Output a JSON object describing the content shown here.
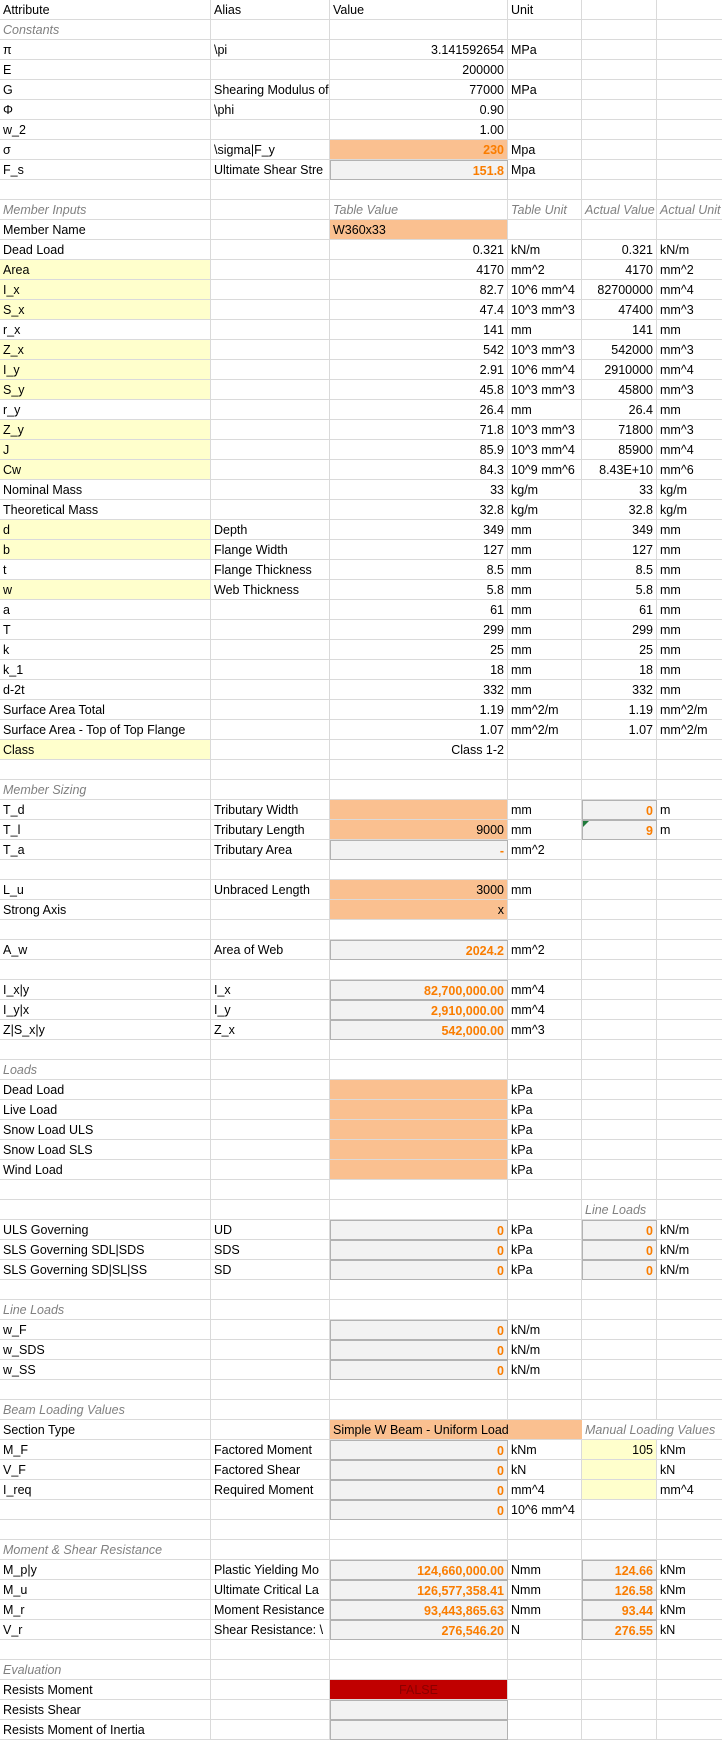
{
  "header": {
    "attribute": "Attribute",
    "alias": "Alias",
    "value": "Value",
    "unit": "Unit"
  },
  "constants": {
    "title": "Constants",
    "rows": [
      {
        "name": "π",
        "alias": "\\pi",
        "value": "3.141592654",
        "unit": "MPa"
      },
      {
        "name": "E",
        "alias": "",
        "value": "200000",
        "unit": ""
      },
      {
        "name": "G",
        "alias": "Shearing Modulus of",
        "value": "77000",
        "unit": "MPa"
      },
      {
        "name": "Φ",
        "alias": "\\phi",
        "value": "0.90",
        "unit": ""
      },
      {
        "name": "w_2",
        "alias": "",
        "value": "1.00",
        "unit": ""
      },
      {
        "name": "σ",
        "alias": "\\sigma|F_y",
        "value": "230",
        "unit": "Mpa"
      },
      {
        "name": "F_s",
        "alias": "Ultimate Shear Stre",
        "value": "151.8",
        "unit": "Mpa"
      }
    ]
  },
  "member_inputs": {
    "title": "Member Inputs",
    "table_value": "Table Value",
    "table_unit": "Table Unit",
    "actual_value": "Actual Value",
    "actual_unit": "Actual Unit",
    "member_name_label": "Member Name",
    "member_name": "W360x33",
    "rows": [
      {
        "name": "Dead Load",
        "alias": "",
        "tv": "0.321",
        "tu": "kN/m",
        "av": "0.321",
        "au": "kN/m"
      },
      {
        "name": "Area",
        "alias": "",
        "tv": "4170",
        "tu": "mm^2",
        "av": "4170",
        "au": "mm^2"
      },
      {
        "name": "I_x",
        "alias": "",
        "tv": "82.7",
        "tu": "10^6 mm^4",
        "av": "82700000",
        "au": "mm^4"
      },
      {
        "name": "S_x",
        "alias": "",
        "tv": "47.4",
        "tu": "10^3 mm^3",
        "av": "47400",
        "au": "mm^3"
      },
      {
        "name": "r_x",
        "alias": "",
        "tv": "141",
        "tu": "mm",
        "av": "141",
        "au": "mm"
      },
      {
        "name": "Z_x",
        "alias": "",
        "tv": "542",
        "tu": "10^3 mm^3",
        "av": "542000",
        "au": "mm^3"
      },
      {
        "name": "I_y",
        "alias": "",
        "tv": "2.91",
        "tu": "10^6 mm^4",
        "av": "2910000",
        "au": "mm^4"
      },
      {
        "name": "S_y",
        "alias": "",
        "tv": "45.8",
        "tu": "10^3 mm^3",
        "av": "45800",
        "au": "mm^3"
      },
      {
        "name": "r_y",
        "alias": "",
        "tv": "26.4",
        "tu": "mm",
        "av": "26.4",
        "au": "mm"
      },
      {
        "name": "Z_y",
        "alias": "",
        "tv": "71.8",
        "tu": "10^3 mm^3",
        "av": "71800",
        "au": "mm^3"
      },
      {
        "name": "J",
        "alias": "",
        "tv": "85.9",
        "tu": "10^3 mm^4",
        "av": "85900",
        "au": "mm^4"
      },
      {
        "name": "Cw",
        "alias": "",
        "tv": "84.3",
        "tu": "10^9 mm^6",
        "av": "8.43E+10",
        "au": "mm^6"
      },
      {
        "name": "Nominal Mass",
        "alias": "",
        "tv": "33",
        "tu": "kg/m",
        "av": "33",
        "au": "kg/m"
      },
      {
        "name": "Theoretical Mass",
        "alias": "",
        "tv": "32.8",
        "tu": "kg/m",
        "av": "32.8",
        "au": "kg/m"
      },
      {
        "name": "d",
        "alias": "Depth",
        "tv": "349",
        "tu": "mm",
        "av": "349",
        "au": "mm"
      },
      {
        "name": "b",
        "alias": "Flange Width",
        "tv": "127",
        "tu": "mm",
        "av": "127",
        "au": "mm"
      },
      {
        "name": "t",
        "alias": "Flange Thickness",
        "tv": "8.5",
        "tu": "mm",
        "av": "8.5",
        "au": "mm"
      },
      {
        "name": "w",
        "alias": "Web Thickness",
        "tv": "5.8",
        "tu": "mm",
        "av": "5.8",
        "au": "mm"
      },
      {
        "name": "a",
        "alias": "",
        "tv": "61",
        "tu": "mm",
        "av": "61",
        "au": "mm"
      },
      {
        "name": "T",
        "alias": "",
        "tv": "299",
        "tu": "mm",
        "av": "299",
        "au": "mm"
      },
      {
        "name": "k",
        "alias": "",
        "tv": "25",
        "tu": "mm",
        "av": "25",
        "au": "mm"
      },
      {
        "name": "k_1",
        "alias": "",
        "tv": "18",
        "tu": "mm",
        "av": "18",
        "au": "mm"
      },
      {
        "name": "d-2t",
        "alias": "",
        "tv": "332",
        "tu": "mm",
        "av": "332",
        "au": "mm"
      },
      {
        "name": "Surface Area Total",
        "alias": "",
        "tv": "1.19",
        "tu": "mm^2/m",
        "av": "1.19",
        "au": "mm^2/m"
      },
      {
        "name": "Surface Area - Top of Top Flange",
        "alias": "",
        "tv": "1.07",
        "tu": "mm^2/m",
        "av": "1.07",
        "au": "mm^2/m"
      }
    ],
    "class_label": "Class",
    "class_value": "Class 1-2"
  },
  "member_sizing": {
    "title": "Member Sizing",
    "td": {
      "name": "T_d",
      "alias": "Tributary Width",
      "value": "",
      "unit": "mm",
      "av": "0",
      "au": "m"
    },
    "tl": {
      "name": "T_l",
      "alias": "Tributary Length",
      "value": "9000",
      "unit": "mm",
      "av": "9",
      "au": "m"
    },
    "ta": {
      "name": "T_a",
      "alias": "Tributary Area",
      "value": "-",
      "unit": "mm^2"
    },
    "lu": {
      "name": "L_u",
      "alias": "Unbraced Length",
      "value": "3000",
      "unit": "mm"
    },
    "axis": {
      "name": "Strong Axis",
      "value": "x"
    },
    "aw": {
      "name": "A_w",
      "alias": "Area of Web",
      "value": "2024.2",
      "unit": "mm^2"
    },
    "ixy": {
      "name": "I_x|y",
      "alias": "I_x",
      "value": "82,700,000.00",
      "unit": "mm^4"
    },
    "iyx": {
      "name": "I_y|x",
      "alias": "I_y",
      "value": "2,910,000.00",
      "unit": "mm^4"
    },
    "zs": {
      "name": "Z|S_x|y",
      "alias": "Z_x",
      "value": "542,000.00",
      "unit": "mm^3"
    }
  },
  "loads": {
    "title": "Loads",
    "unit": "kPa",
    "rows": [
      "Dead Load",
      "Live Load",
      "Snow Load ULS",
      "Snow Load SLS",
      "Wind Load"
    ],
    "line_loads_header": "Line Loads",
    "gov": [
      {
        "name": "ULS Governing",
        "alias": "UD",
        "value": "0",
        "unit": "kPa",
        "ll": "0",
        "llu": "kN/m"
      },
      {
        "name": "SLS Governing SDL|SDS",
        "alias": "SDS",
        "value": "0",
        "unit": "kPa",
        "ll": "0",
        "llu": "kN/m"
      },
      {
        "name": "SLS Governing SD|SL|SS",
        "alias": "SD",
        "value": "0",
        "unit": "kPa",
        "ll": "0",
        "llu": "kN/m"
      }
    ]
  },
  "line_loads": {
    "title": "Line Loads",
    "rows": [
      {
        "name": "w_F",
        "value": "0",
        "unit": "kN/m"
      },
      {
        "name": "w_SDS",
        "value": "0",
        "unit": "kN/m"
      },
      {
        "name": "w_SS",
        "value": "0",
        "unit": "kN/m"
      }
    ]
  },
  "beam_loading": {
    "title": "Beam Loading Values",
    "section_label": "Section Type",
    "section_value": "Simple W Beam - Uniform Load",
    "manual_header": "Manual Loading Values",
    "rows": [
      {
        "name": "M_F",
        "alias": "Factored Moment",
        "value": "0",
        "unit": "kNm",
        "mv": "105",
        "mu": "kNm"
      },
      {
        "name": "V_F",
        "alias": "Factored Shear",
        "value": "0",
        "unit": "kN",
        "mv": "",
        "mu": "kN"
      },
      {
        "name": "I_req",
        "alias": "Required Moment",
        "value": "0",
        "unit": "mm^4",
        "mv": "",
        "mu": "mm^4"
      }
    ],
    "extra": {
      "value": "0",
      "unit": "10^6 mm^4"
    }
  },
  "resistance": {
    "title": "Moment & Shear Resistance",
    "rows": [
      {
        "name": "M_p|y",
        "alias": "Plastic Yielding Mo",
        "value": "124,660,000.00",
        "unit": "Nmm",
        "cv": "124.66",
        "cu": "kNm"
      },
      {
        "name": "M_u",
        "alias": "Ultimate Critical La",
        "value": "126,577,358.41",
        "unit": "Nmm",
        "cv": "126.58",
        "cu": "kNm"
      },
      {
        "name": "M_r",
        "alias": "Moment Resistance",
        "value": "93,443,865.63",
        "unit": "Nmm",
        "cv": "93.44",
        "cu": "kNm"
      },
      {
        "name": "V_r",
        "alias": "Shear Resistance: \\",
        "value": "276,546.20",
        "unit": "N",
        "cv": "276.55",
        "cu": "kN"
      }
    ]
  },
  "evaluation": {
    "title": "Evaluation",
    "rows": [
      {
        "name": "Resists Moment",
        "value": "FALSE",
        "status": "fail"
      },
      {
        "name": "Resists Shear",
        "value": "",
        "status": ""
      },
      {
        "name": "Resists Moment of Inertia",
        "value": "",
        "status": ""
      }
    ]
  },
  "colors": {
    "input_fill": "#fac090",
    "calc_fill": "#f2f2f2",
    "calc_text": "#fa7d00",
    "highlight": "#ffffcc",
    "fail": "#c00000"
  }
}
